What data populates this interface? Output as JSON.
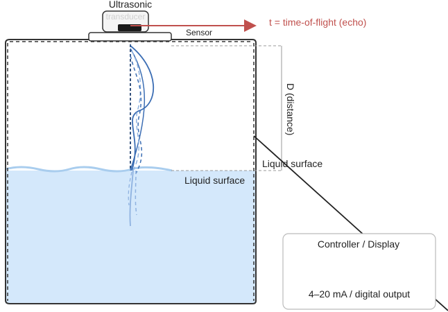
{
  "sensor": {
    "title": "Ultrasonic",
    "subtitle": "transducer",
    "label": "Sensor"
  },
  "echo": {
    "label": "t = time-of-flight (echo)",
    "color": "#c0504d"
  },
  "distance": {
    "label": "D (distance)"
  },
  "liquid": {
    "label_inside": "Liquid surface",
    "label_outside": "Liquid surface",
    "color": "#d4e8fb"
  },
  "controller": {
    "title": "Controller / Display",
    "output": "4–20 mA / digital output"
  },
  "colors": {
    "wave_dark": "#3c6eb4",
    "wave_light": "#8fb2e0",
    "tank_stroke": "#333333"
  }
}
